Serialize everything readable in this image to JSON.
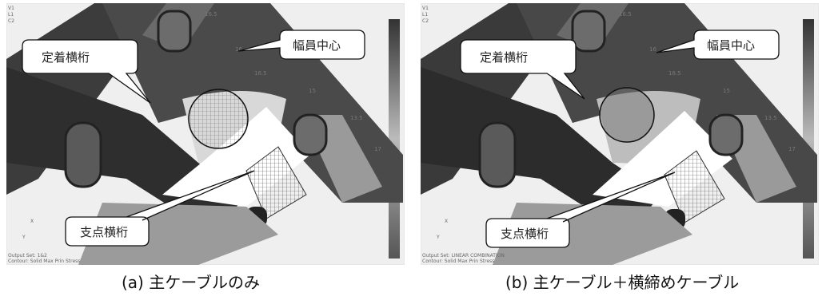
{
  "panels": [
    {
      "id": "a",
      "caption": "(a) 主ケーブルのみ",
      "labels": {
        "anchor_girder": "定着横桁",
        "center": "幅員中心",
        "support_girder": "支点横桁"
      },
      "footer": [
        "Output Set: 1&2",
        "Contour: Solid Max Prin Stress"
      ]
    },
    {
      "id": "b",
      "caption": "(b) 主ケーブル＋横締めケーブル",
      "labels": {
        "anchor_girder": "定着横桁",
        "center": "幅員中心",
        "support_girder": "支点横桁"
      },
      "footer": [
        "Output Set: LINEAR COMBINATION",
        "Contour: Solid Max Prin Stress"
      ]
    }
  ]
}
